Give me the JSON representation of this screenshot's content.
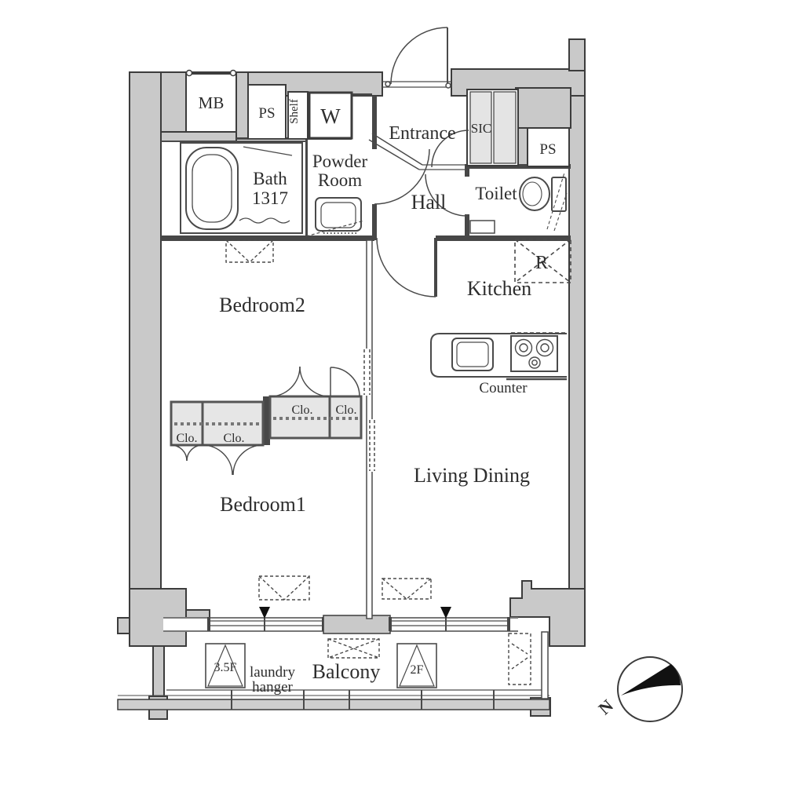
{
  "title": "apartment-floor-plan",
  "labels": {
    "mb": "MB",
    "ps_top": "PS",
    "shelf": "Shelf",
    "washer": "W",
    "bath_line1": "Bath",
    "bath_line2": "1317",
    "powder_line1": "Powder",
    "powder_line2": "Room",
    "entrance": "Entrance",
    "sic": "SIC",
    "ps_right": "PS",
    "hall": "Hall",
    "toilet": "Toilet",
    "kitchen": "Kitchen",
    "fridge": "R",
    "counter": "Counter",
    "bedroom2": "Bedroom2",
    "bedroom1": "Bedroom1",
    "living_dining": "Living Dining",
    "closets": [
      "Clo.",
      "Clo.",
      "Clo.",
      "Clo."
    ],
    "balcony": "Balcony",
    "laundry_line1": "laundry",
    "laundry_line2": "hanger",
    "hanging_35f": "3.5F",
    "hanging_2f": "2F",
    "north": "N"
  },
  "colors": {
    "wall_fill": "#c9c9c9",
    "panel_fill": "#e4e4e4",
    "closet_fill": "#e6e6e6",
    "line": "#3c3c3c",
    "text": "#2e2e2e",
    "background": "#ffffff"
  }
}
